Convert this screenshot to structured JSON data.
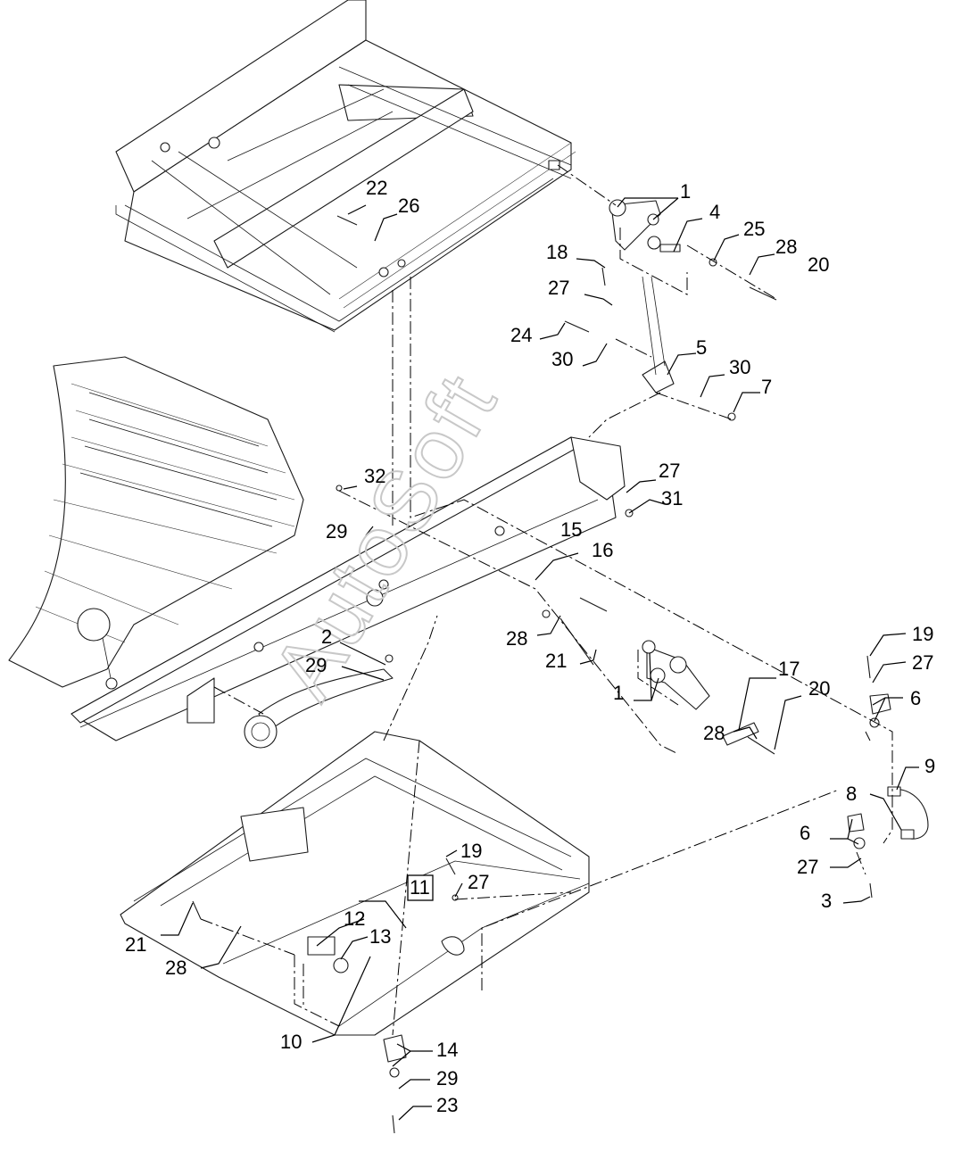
{
  "diagram": {
    "watermark": "AutoSoft",
    "part_callouts": [
      {
        "id": "c-1a",
        "label": "1"
      },
      {
        "id": "c-4",
        "label": "4"
      },
      {
        "id": "c-25",
        "label": "25"
      },
      {
        "id": "c-28a",
        "label": "28"
      },
      {
        "id": "c-20a",
        "label": "20"
      },
      {
        "id": "c-18",
        "label": "18"
      },
      {
        "id": "c-22",
        "label": "22"
      },
      {
        "id": "c-26",
        "label": "26"
      },
      {
        "id": "c-27a",
        "label": "27"
      },
      {
        "id": "c-24",
        "label": "24"
      },
      {
        "id": "c-30a",
        "label": "30"
      },
      {
        "id": "c-5",
        "label": "5"
      },
      {
        "id": "c-30b",
        "label": "30"
      },
      {
        "id": "c-7",
        "label": "7"
      },
      {
        "id": "c-27b",
        "label": "27"
      },
      {
        "id": "c-31",
        "label": "31"
      },
      {
        "id": "c-32",
        "label": "32"
      },
      {
        "id": "c-15",
        "label": "15"
      },
      {
        "id": "c-16",
        "label": "16"
      },
      {
        "id": "c-29a",
        "label": "29"
      },
      {
        "id": "c-28b",
        "label": "28"
      },
      {
        "id": "c-21a",
        "label": "21"
      },
      {
        "id": "c-2",
        "label": "2"
      },
      {
        "id": "c-29b",
        "label": "29"
      },
      {
        "id": "c-1b",
        "label": "1"
      },
      {
        "id": "c-17",
        "label": "17"
      },
      {
        "id": "c-20b",
        "label": "20"
      },
      {
        "id": "c-28c",
        "label": "28"
      },
      {
        "id": "c-19a",
        "label": "19"
      },
      {
        "id": "c-27c",
        "label": "27"
      },
      {
        "id": "c-6a",
        "label": "6"
      },
      {
        "id": "c-9",
        "label": "9"
      },
      {
        "id": "c-8",
        "label": "8"
      },
      {
        "id": "c-6b",
        "label": "6"
      },
      {
        "id": "c-27d",
        "label": "27"
      },
      {
        "id": "c-3",
        "label": "3"
      },
      {
        "id": "c-19b",
        "label": "19"
      },
      {
        "id": "c-11",
        "label": "11"
      },
      {
        "id": "c-27e",
        "label": "27"
      },
      {
        "id": "c-12",
        "label": "12"
      },
      {
        "id": "c-13",
        "label": "13"
      },
      {
        "id": "c-21b",
        "label": "21"
      },
      {
        "id": "c-28d",
        "label": "28"
      },
      {
        "id": "c-10",
        "label": "10"
      },
      {
        "id": "c-14",
        "label": "14"
      },
      {
        "id": "c-29c",
        "label": "29"
      },
      {
        "id": "c-23",
        "label": "23"
      }
    ]
  }
}
